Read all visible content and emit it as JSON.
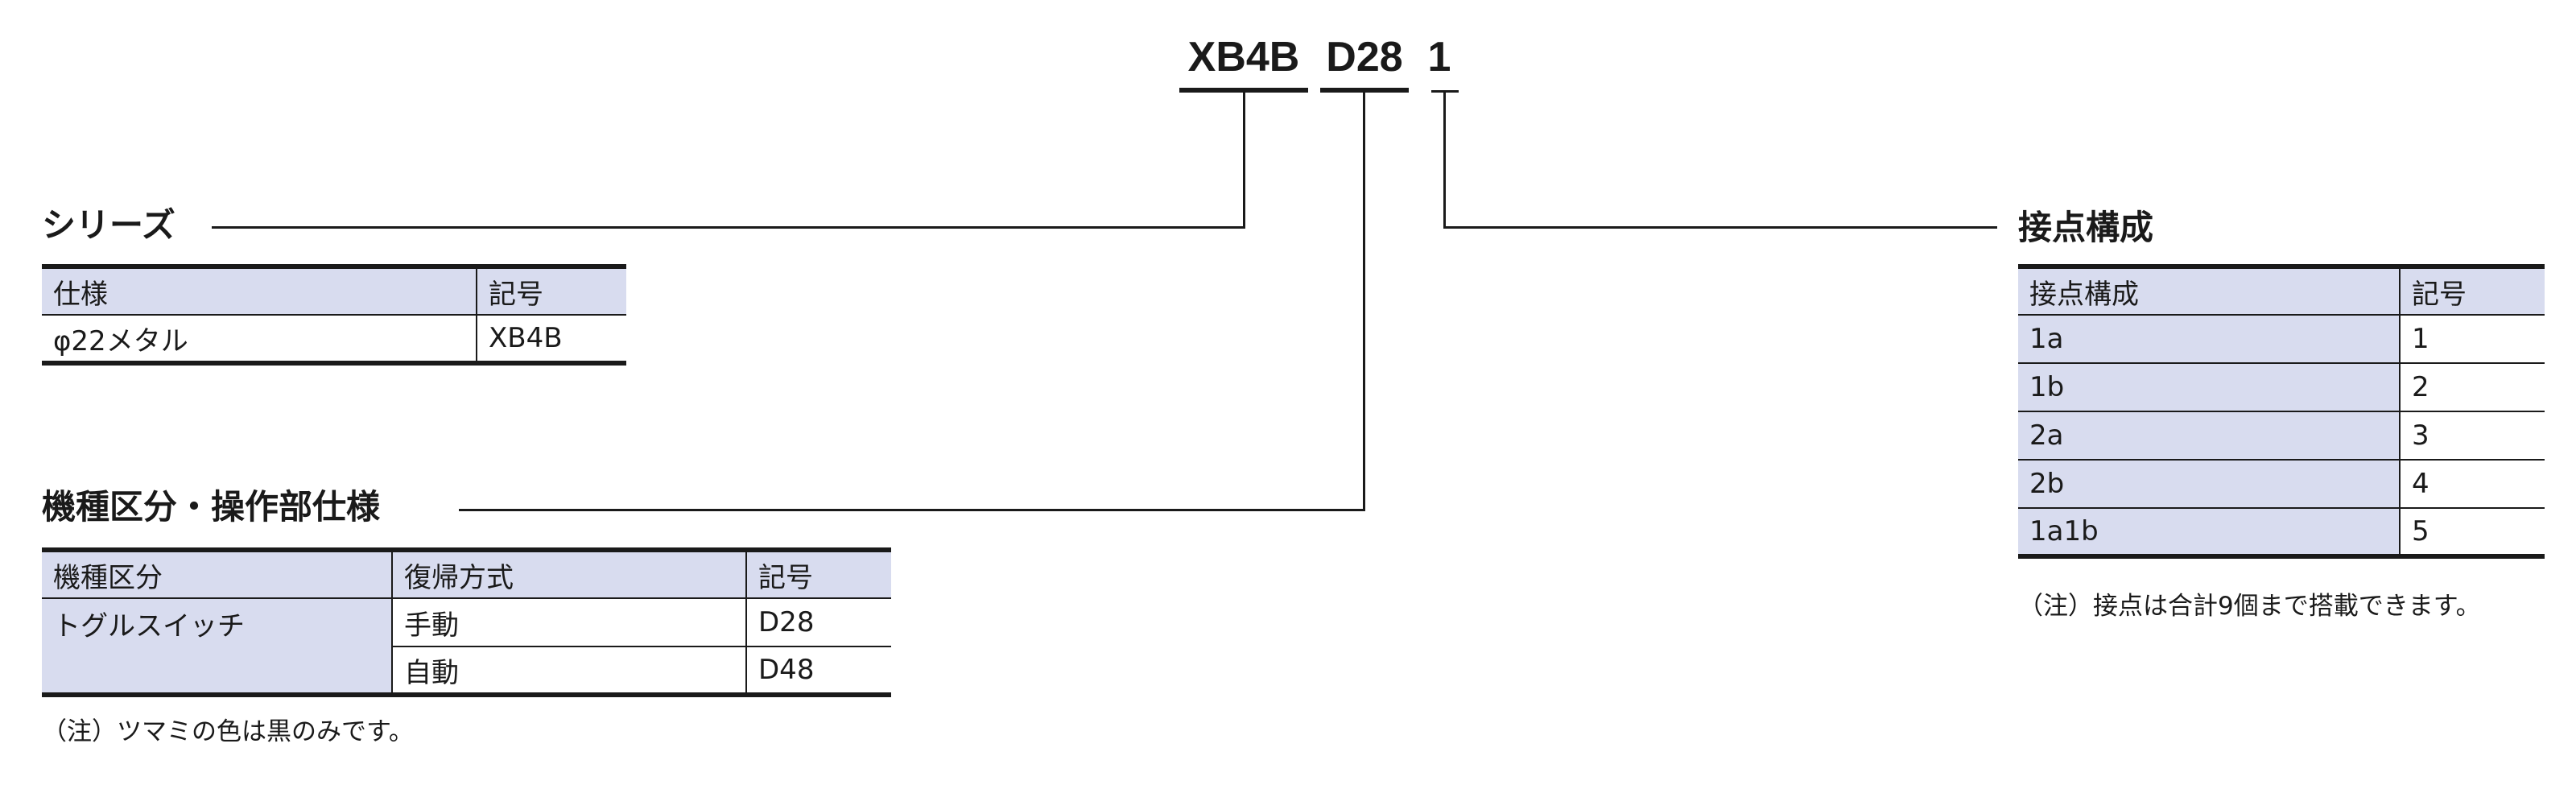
{
  "model_code": {
    "parts": [
      "XB4B",
      "D28",
      "1"
    ]
  },
  "series": {
    "heading": "シリーズ",
    "columns": [
      "仕様",
      "記号"
    ],
    "rows": [
      [
        "φ22メタル",
        "XB4B"
      ]
    ]
  },
  "operator": {
    "heading": "機種区分・操作部仕様",
    "columns": [
      "機種区分",
      "復帰方式",
      "記号"
    ],
    "category": "トグルスイッチ",
    "rows": [
      [
        "手動",
        "D28"
      ],
      [
        "自動",
        "D48"
      ]
    ],
    "note": "（注）ツマミの色は黒のみです。"
  },
  "contacts": {
    "heading": "接点構成",
    "columns": [
      "接点構成",
      "記号"
    ],
    "rows": [
      [
        "1a",
        "1"
      ],
      [
        "1b",
        "2"
      ],
      [
        "2a",
        "3"
      ],
      [
        "2b",
        "4"
      ],
      [
        "1a1b",
        "5"
      ]
    ],
    "note": "（注）接点は合計9個まで搭載できます。"
  }
}
